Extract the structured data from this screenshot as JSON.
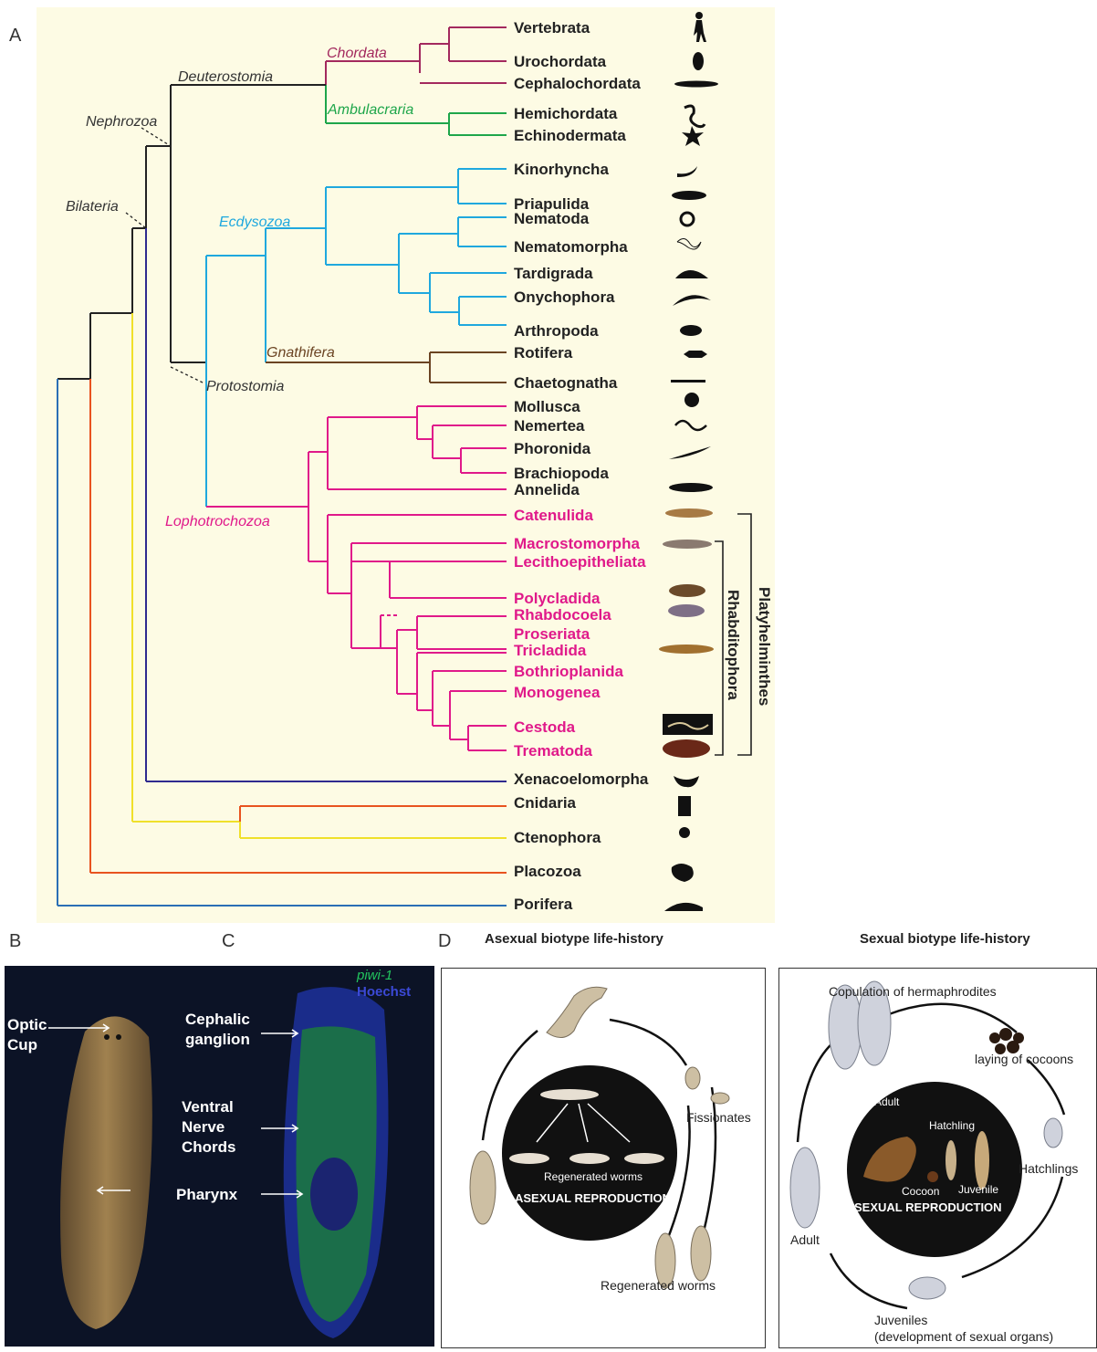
{
  "panels": {
    "a": "A",
    "b": "B",
    "c": "C",
    "d": "D"
  },
  "tree": {
    "clades": {
      "deuterostomia": "Deuterostomia",
      "nephrozoa": "Nephrozoa",
      "bilateria": "Bilateria",
      "chordata": "Chordata",
      "ambulacraria": "Ambulacraria",
      "ecdysozoa": "Ecdysozoa",
      "gnathifera": "Gnathifera",
      "protostomia": "Protostomia",
      "lophotrochozoa": "Lophotrochozoa"
    },
    "taxa": [
      "Vertebrata",
      "Urochordata",
      "Cephalochordata",
      "Hemichordata",
      "Echinodermata",
      "Kinorhyncha",
      "Priapulida",
      "Nematoda",
      "Nematomorpha",
      "Tardigrada",
      "Onychophora",
      "Arthropoda",
      "Rotifera",
      "Chaetognatha",
      "Mollusca",
      "Nemertea",
      "Phoronida",
      "Brachiopoda",
      "Annelida",
      "Catenulida",
      "Macrostomorpha",
      "Lecithoepitheliata",
      "Polycladida",
      "Rhabdocoela",
      "Proseriata",
      "Tricladida",
      "Bothrioplanida",
      "Monogenea",
      "Cestoda",
      "Trematoda",
      "Xenacoelomorpha",
      "Cnidaria",
      "Ctenophora",
      "Placozoa",
      "Porifera"
    ],
    "brackets": {
      "rhabditophora": "Rhabditophora",
      "platyhelminthes": "Platyhelminthes"
    },
    "colors": {
      "chordata": "#a3295e",
      "ambulacraria": "#1ea64a",
      "ecdysozoa": "#1fa8de",
      "gnathifera": "#6b4423",
      "lophotrochozoa": "#e0198a",
      "backbone": "#222222",
      "xenacoelomorpha": "#2f2a8f",
      "cnidaria_ctenophora": "#f0e02a",
      "cnidaria": "#e8531f",
      "placozoa": "#e8531f",
      "porifera": "#2a6fb5"
    }
  },
  "panel_b": {
    "optic_cup": [
      "Optic",
      "Cup"
    ]
  },
  "panel_c": {
    "legend_piwi": "piwi-1",
    "legend_hoechst": "Hoechst",
    "cephalic": [
      "Cephalic",
      "ganglion"
    ],
    "ventral": [
      "Ventral",
      "Nerve",
      "Chords"
    ],
    "pharynx": "Pharynx"
  },
  "panel_d": {
    "asexual_title": "Asexual biotype life-history",
    "sexual_title": "Sexual biotype life-history",
    "fissionates": "Fissionates",
    "regenerated_worms_inner": "Regenerated worms",
    "asexual_reproduction": "ASEXUAL REPRODUCTION",
    "regenerated_worms": "Regenerated  worms",
    "copulation": "Copulation of hermaphrodites",
    "laying": "laying of cocoons",
    "adult_inner": "Adult",
    "hatchling": "Hatchling",
    "hatchlings": "Hatchlings",
    "cocoon": "Cocoon",
    "juvenile": "Juvenile",
    "sexual_reproduction": "SEXUAL REPRODUCTION",
    "adult": "Adult",
    "juveniles": "Juveniles",
    "juveniles_note": "(development of sexual organs)"
  }
}
